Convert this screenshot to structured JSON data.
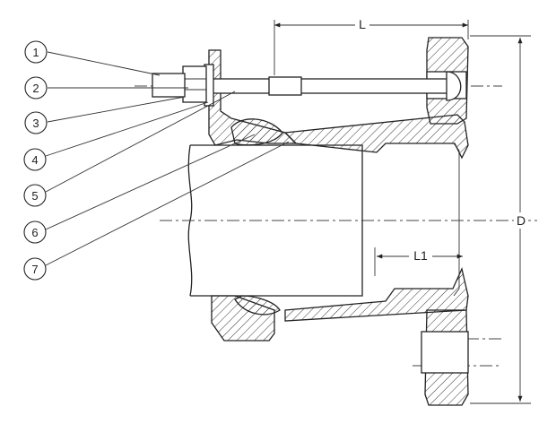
{
  "callouts": [
    "1",
    "2",
    "3",
    "4",
    "5",
    "6",
    "7"
  ],
  "dimensions": {
    "length": "L",
    "socket_length": "L1",
    "diameter": "D"
  }
}
